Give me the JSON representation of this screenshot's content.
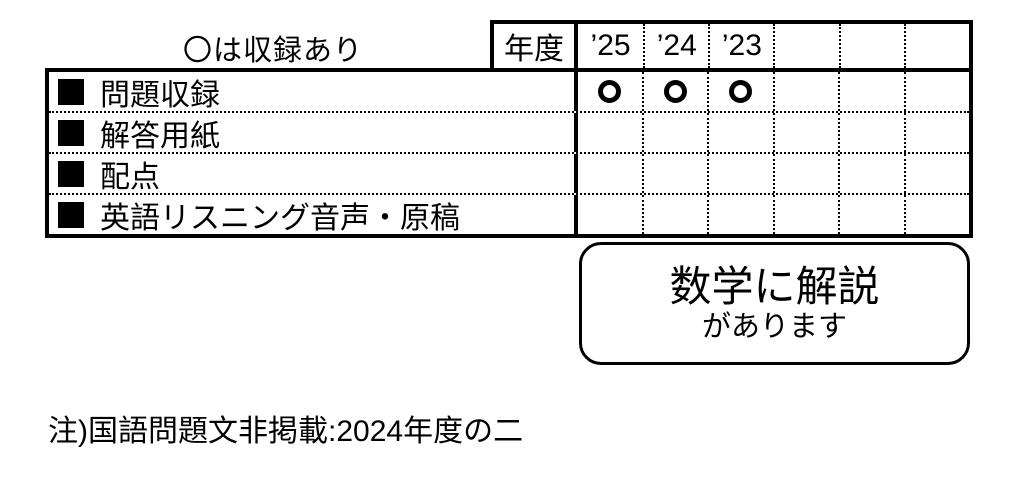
{
  "legend": "〇は収録あり",
  "table": {
    "year_header_label": "年度",
    "year_columns": [
      "’25",
      "’24",
      "’23",
      "",
      "",
      ""
    ],
    "rows": [
      {
        "label": "問題収録",
        "marks": [
          "○",
          "○",
          "○",
          "",
          "",
          ""
        ]
      },
      {
        "label": "解答用紙",
        "marks": [
          "",
          "",
          "",
          "",
          "",
          ""
        ]
      },
      {
        "label": "配点",
        "marks": [
          "",
          "",
          "",
          "",
          "",
          ""
        ]
      },
      {
        "label": "英語リスニング音声・原稿",
        "marks": [
          "",
          "",
          "",
          "",
          "",
          ""
        ]
      }
    ]
  },
  "callout": {
    "line1": "数学に解説",
    "line2": "があります"
  },
  "footnote": "注)国語問題文非掲載:2024年度の二",
  "colors": {
    "ink": "#000000",
    "background": "#ffffff"
  }
}
